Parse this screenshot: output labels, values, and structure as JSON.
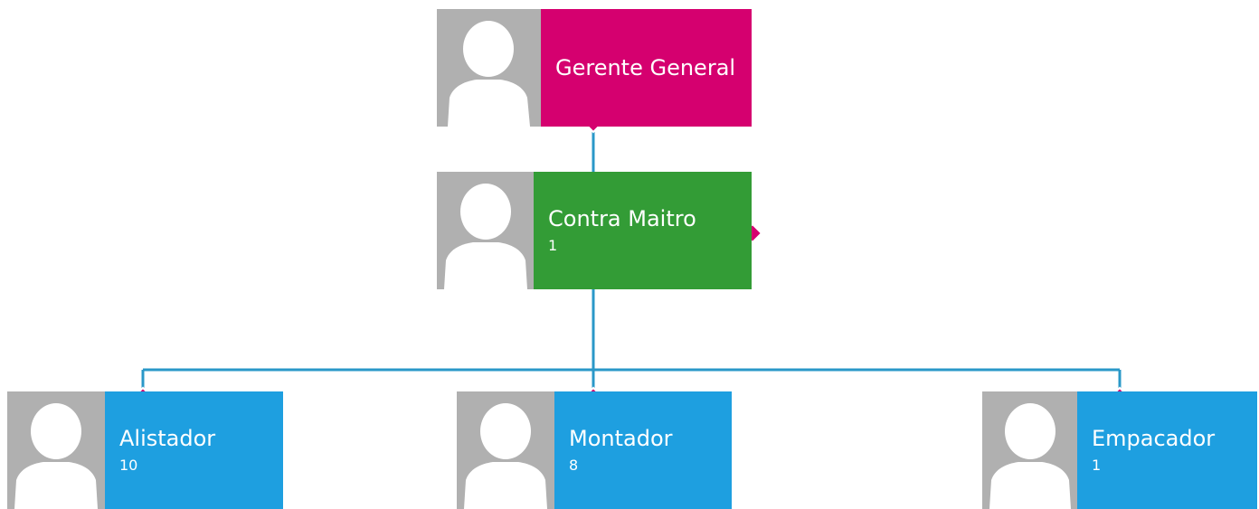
{
  "colors": {
    "magenta": "#d5006f",
    "green": "#339c36",
    "blue": "#1e9fe0",
    "connector": "#2a98c8",
    "avatar_bg": "#b0b0b0",
    "avatar_fg": "#ffffff"
  },
  "icons": {
    "avatar": "person-silhouette-icon",
    "connector_marker": "diamond-marker-icon"
  },
  "nodes": {
    "gerente": {
      "name": "Gerente General",
      "count": ""
    },
    "contra": {
      "name": "Contra Maitro",
      "count": "1"
    },
    "alistador": {
      "name": "Alistador",
      "count": "10"
    },
    "montador": {
      "name": "Montador",
      "count": "8"
    },
    "empacador": {
      "name": "Empacador",
      "count": "1"
    }
  }
}
